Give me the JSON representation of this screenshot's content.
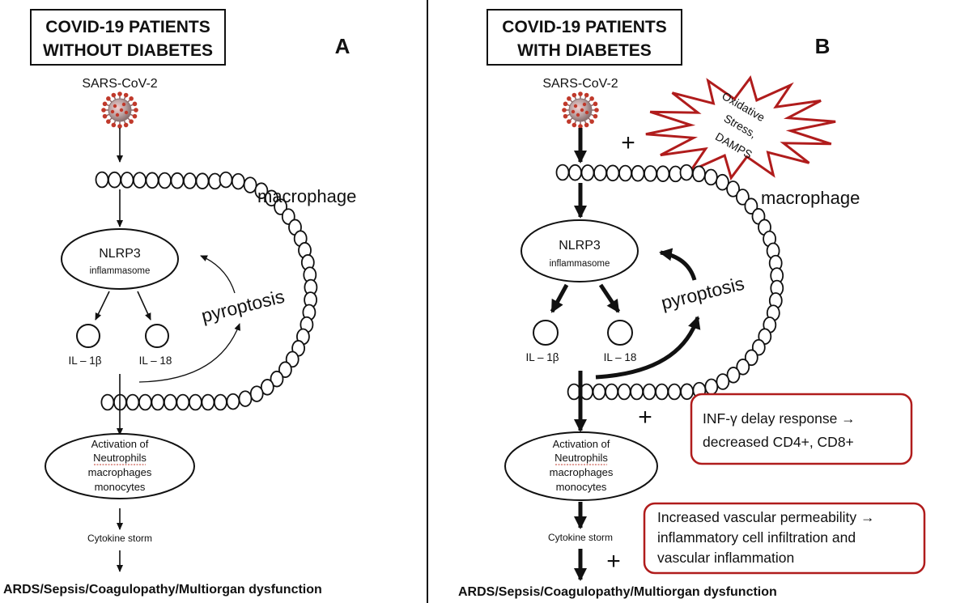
{
  "panel_a": {
    "title_line1": "COVID-19 PATIENTS",
    "title_line2": "WITHOUT DIABETES",
    "panel_letter": "A",
    "virus_label": "SARS-CoV-2",
    "macrophage_label": "macrophage",
    "nlrp3_label": "NLRP3",
    "inflammasome_label": "inflammasome",
    "pyroptosis_label": "pyroptosis",
    "il1b_label": "IL – 1β",
    "il18_label": "IL – 18",
    "activation_line1": "Activation of",
    "activation_line2": "Neutrophils",
    "activation_line3": "macrophages",
    "activation_line4": "monocytes",
    "cytokine_label": "Cytokine storm",
    "outcome_label": "ARDS/Sepsis/Coagulopathy/Multiorgan dysfunction"
  },
  "panel_b": {
    "title_line1": "COVID-19 PATIENTS",
    "title_line2": "WITH DIABETES",
    "panel_letter": "B",
    "virus_label": "SARS-CoV-2",
    "oxidative_line1": "Oxidative",
    "oxidative_line2": "Stress,",
    "oxidative_line3": "DAMPS",
    "plus_symbol": "+",
    "macrophage_label": "macrophage",
    "nlrp3_label": "NLRP3",
    "inflammasome_label": "inflammasome",
    "pyroptosis_label": "pyroptosis",
    "il1b_label": "IL – 1β",
    "il18_label": "IL – 18",
    "activation_line1": "Activation of",
    "activation_line2": "Neutrophils",
    "activation_line3": "macrophages",
    "activation_line4": "monocytes",
    "cytokine_label": "Cytokine storm",
    "inf_box_line1": "INF-γ delay response →",
    "inf_box_line2": "decreased CD4+, CD8+",
    "vascular_box_line1": "Increased vascular permeability →",
    "vascular_box_line2": "inflammatory cell infiltration and",
    "vascular_box_line3": "vascular inflammation",
    "outcome_label": "ARDS/Sepsis/Coagulopathy/Multiorgan dysfunction"
  },
  "colors": {
    "accent_red": "#b01c1c",
    "virus_red": "#c0392b",
    "line": "#111111"
  }
}
